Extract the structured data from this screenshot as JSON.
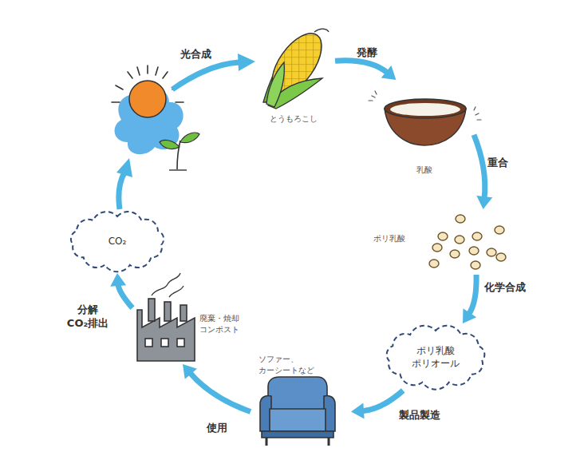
{
  "diagram": {
    "nodes": [
      {
        "text": [
          "とうもろこし"
        ]
      },
      {
        "text": [
          "乳酸"
        ]
      },
      {
        "text": [
          "ポリ乳酸"
        ]
      },
      {
        "text": [
          "ポリ乳酸 ポリオール"
        ]
      },
      {
        "text": [
          "ソファー、カーシートなど"
        ]
      },
      {
        "text": [
          "廃棄・焼却 コンポスト"
        ]
      },
      {
        "text": [
          "CO₂"
        ]
      }
    ],
    "edges": [
      {
        "from": 0,
        "to": 1,
        "arrow": "to",
        "label": "発酵"
      },
      {
        "from": 1,
        "to": 2,
        "arrow": "to",
        "label": "重合"
      },
      {
        "from": 2,
        "to": 3,
        "arrow": "to",
        "label": "化学合成"
      },
      {
        "from": 3,
        "to": 4,
        "arrow": "to",
        "label": "製品製造"
      },
      {
        "from": 4,
        "to": 5,
        "arrow": "to",
        "label": "使用"
      },
      {
        "from": 5,
        "to": 6,
        "arrow": "to",
        "label": "分解 CO₂排出"
      }
    ],
    "labels": [
      "光合成"
    ]
  }
}
